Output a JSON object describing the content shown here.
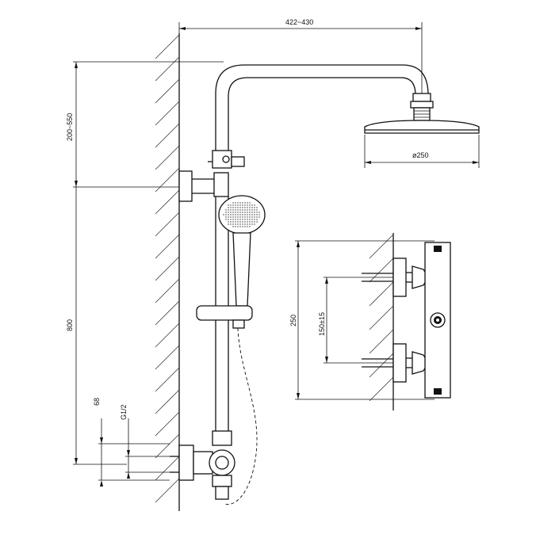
{
  "dimensions": {
    "arm_reach": "422~430",
    "arm_height": "200~550",
    "head_diameter": "ø250",
    "column_height": "800",
    "outlet_size": "68",
    "thread": "G1/2",
    "mixer_height": "250",
    "inlet_spacing": "150±15"
  },
  "colors": {
    "line": "#111111",
    "background": "#ffffff"
  }
}
